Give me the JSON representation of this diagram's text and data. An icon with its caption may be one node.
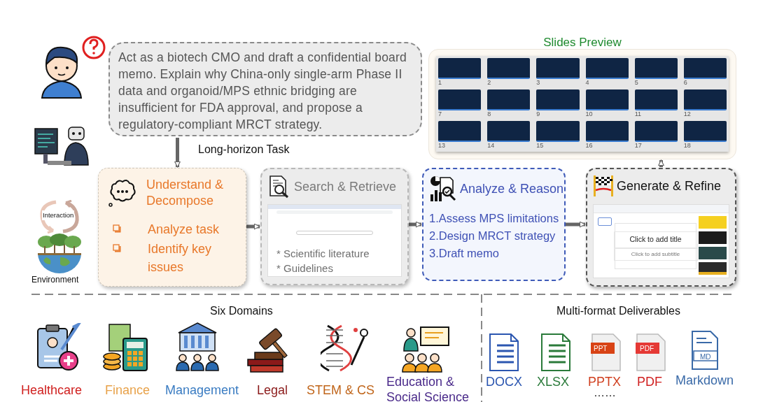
{
  "diagram": {
    "nodes": [
      {
        "text": [
          "Act as a biotech CMO and draft a confidential board memo. Explain why China-only single-arm Phase II data and organoid/MPS ethnic bridging are insufficient for FDA approval, and propose a regulatory-compliant MRCT strategy."
        ]
      },
      {
        "text": [
          "Understand & Decompose",
          "Analyze task",
          "Identify key issues"
        ]
      },
      {
        "text": [
          "Search & Retrieve",
          "* Scientific literature",
          "* Guidelines"
        ]
      },
      {
        "text": [
          "Analyze & Reason",
          "1.Assess MPS limitations",
          "2.Design MRCT strategy",
          "3.Draft memo"
        ]
      },
      {
        "text": [
          "Generate & Refine",
          "Click to add title",
          "Click to add subtitle"
        ]
      },
      {
        "text": [
          "Slides Preview"
        ]
      }
    ],
    "edges": [
      {
        "from": 0,
        "to": 1,
        "arrow": "to"
      },
      {
        "from": 1,
        "to": 2,
        "arrow": "to"
      },
      {
        "from": 2,
        "to": 3,
        "arrow": "to"
      },
      {
        "from": 3,
        "to": 4,
        "arrow": "to"
      },
      {
        "from": 4,
        "to": 5,
        "arrow": "to"
      }
    ],
    "labels": [
      "1",
      "2",
      "3",
      "4",
      "5",
      "6",
      "7",
      "8",
      "9",
      "10",
      "11",
      "12",
      "13",
      "14",
      "15",
      "16",
      "17",
      "18",
      "Long-horizon Task",
      "Interaction",
      "Environment",
      "Six Domains",
      "Healthcare",
      "Finance",
      "Management",
      "Legal",
      "STEM & CS",
      "Education & Social Science",
      "Multi-format Deliverables",
      "PPT",
      "PDF",
      "MD",
      "DOCX",
      "XLSX",
      "PPTX",
      "PDF",
      "Markdown",
      "……"
    ]
  }
}
